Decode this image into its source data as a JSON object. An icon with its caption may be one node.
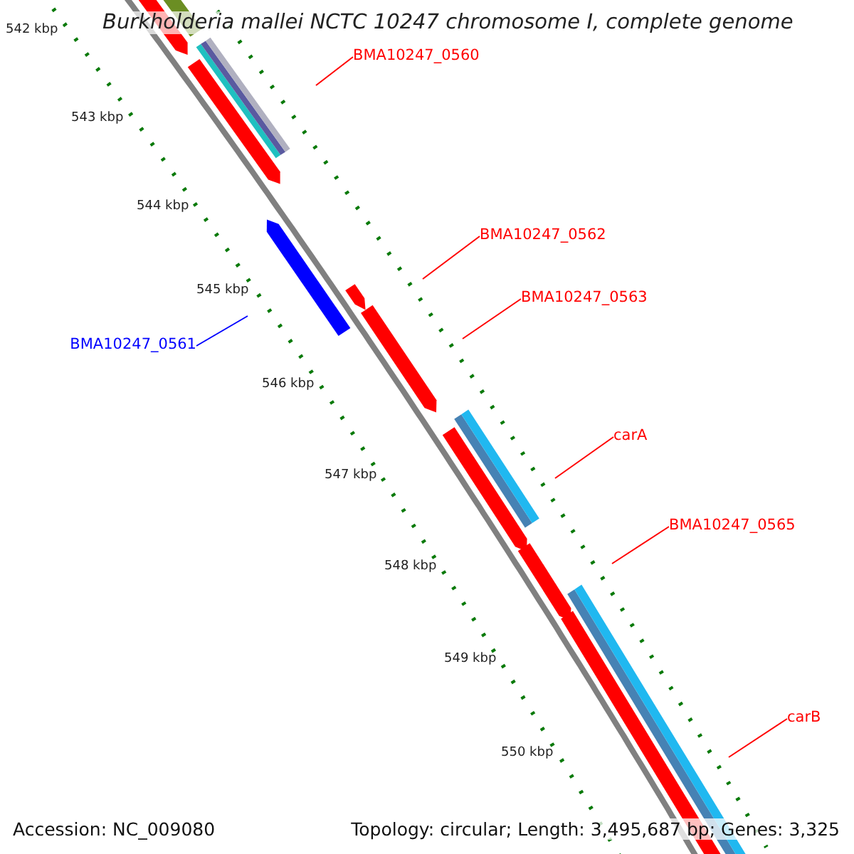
{
  "diagram": {
    "title": "Burkholderia mallei NCTC 10247 chromosome I, complete genome",
    "nodes": [
      {
        "text": [
          "BMA10247_0560"
        ]
      },
      {
        "text": [
          "BMA10247_0562"
        ]
      },
      {
        "text": [
          "BMA10247_0563"
        ]
      },
      {
        "text": [
          "BMA10247_0561"
        ]
      },
      {
        "text": [
          "carA"
        ]
      },
      {
        "text": [
          "BMA10247_0565"
        ]
      },
      {
        "text": [
          "carB"
        ]
      }
    ],
    "edges": [
      {
        "from": 0,
        "to": null,
        "arrow": "none"
      },
      {
        "from": 1,
        "to": null,
        "arrow": "none"
      },
      {
        "from": 2,
        "to": null,
        "arrow": "none"
      },
      {
        "from": 3,
        "to": null,
        "arrow": "none",
        "color": "#0000ff"
      },
      {
        "from": 4,
        "to": null,
        "arrow": "none"
      },
      {
        "from": 5,
        "to": null,
        "arrow": "none"
      },
      {
        "from": 6,
        "to": null,
        "arrow": "none"
      }
    ],
    "labels": [
      "542 kbp",
      "543 kbp",
      "544 kbp",
      "545 kbp",
      "546 kbp",
      "547 kbp",
      "548 kbp",
      "549 kbp",
      "550 kbp",
      "Accession: NC_009080",
      "Topology: circular; Length: 3,495,687 bp; Genes: 3,325"
    ]
  }
}
